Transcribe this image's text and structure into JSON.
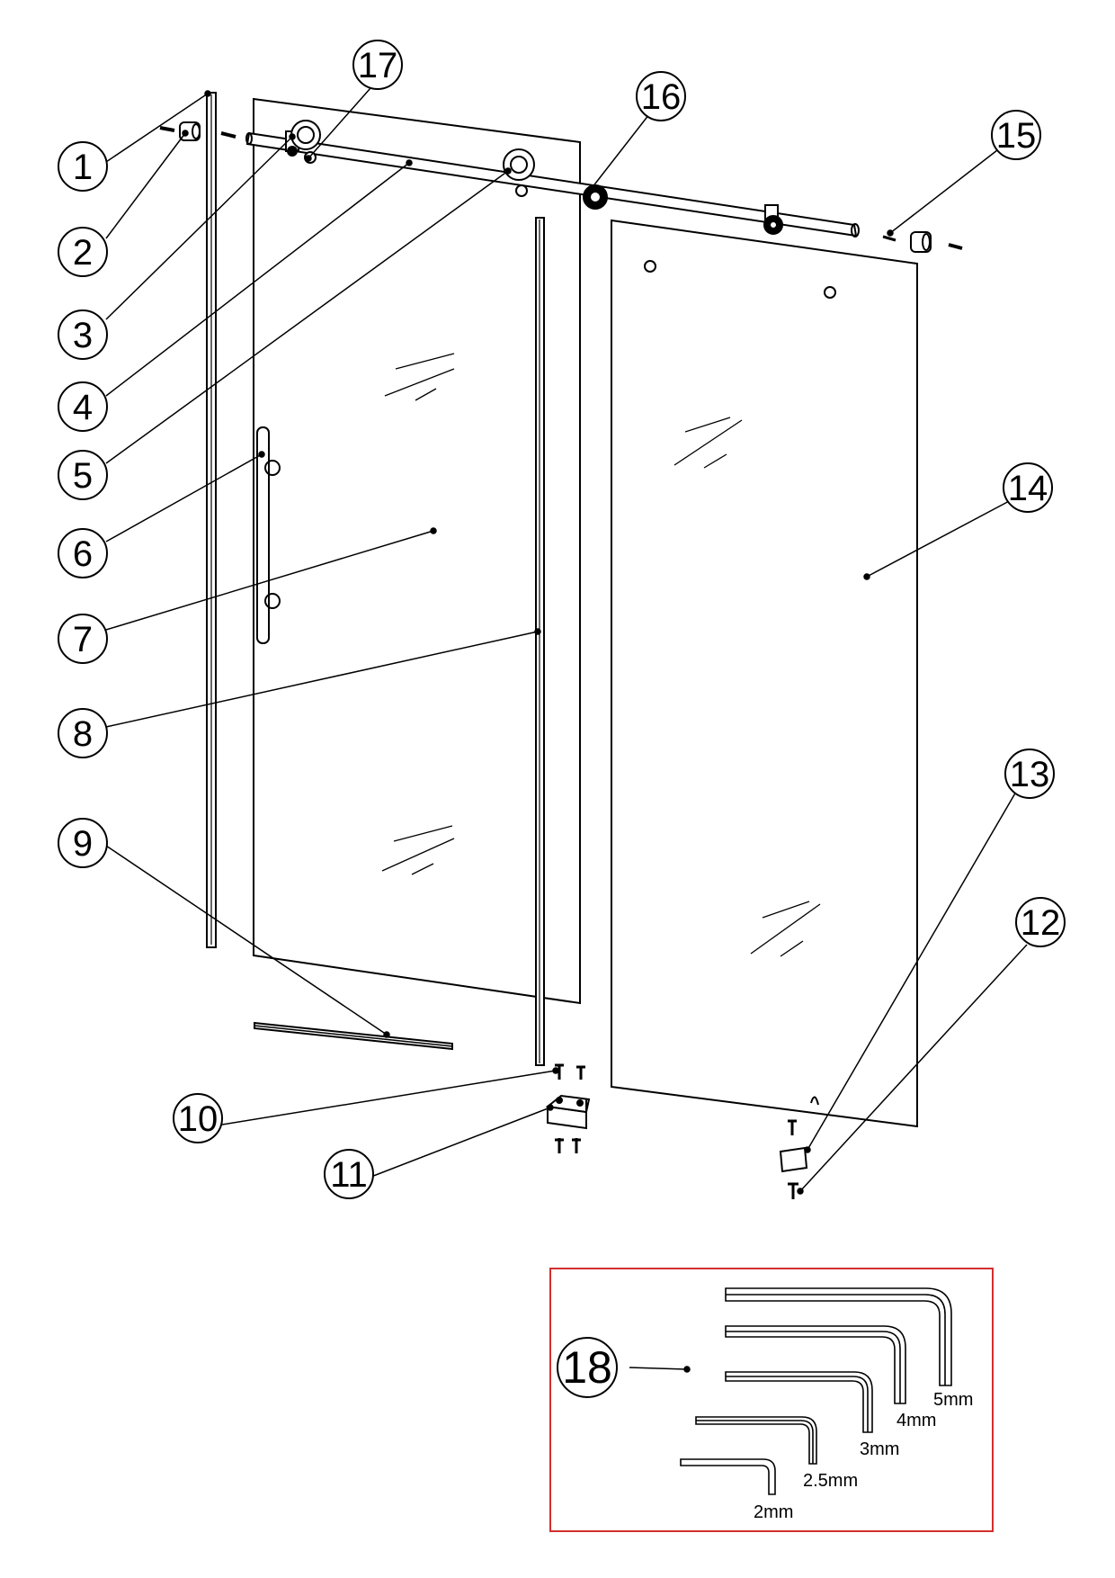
{
  "callouts": [
    {
      "id": 1,
      "label": "1"
    },
    {
      "id": 2,
      "label": "2"
    },
    {
      "id": 3,
      "label": "3"
    },
    {
      "id": 4,
      "label": "4"
    },
    {
      "id": 5,
      "label": "5"
    },
    {
      "id": 6,
      "label": "6"
    },
    {
      "id": 7,
      "label": "7"
    },
    {
      "id": 8,
      "label": "8"
    },
    {
      "id": 9,
      "label": "9"
    },
    {
      "id": 10,
      "label": "10"
    },
    {
      "id": 11,
      "label": "11"
    },
    {
      "id": 12,
      "label": "12"
    },
    {
      "id": 13,
      "label": "13"
    },
    {
      "id": 14,
      "label": "14"
    },
    {
      "id": 15,
      "label": "15"
    },
    {
      "id": 16,
      "label": "16"
    },
    {
      "id": 17,
      "label": "17"
    }
  ],
  "tools": {
    "callout": "18",
    "sizes": [
      "5mm",
      "4mm",
      "3mm",
      "2.5mm",
      "2mm"
    ]
  },
  "colors": {
    "line": "#000000",
    "tool_box_border": "#d32f2f",
    "background": "#ffffff"
  }
}
